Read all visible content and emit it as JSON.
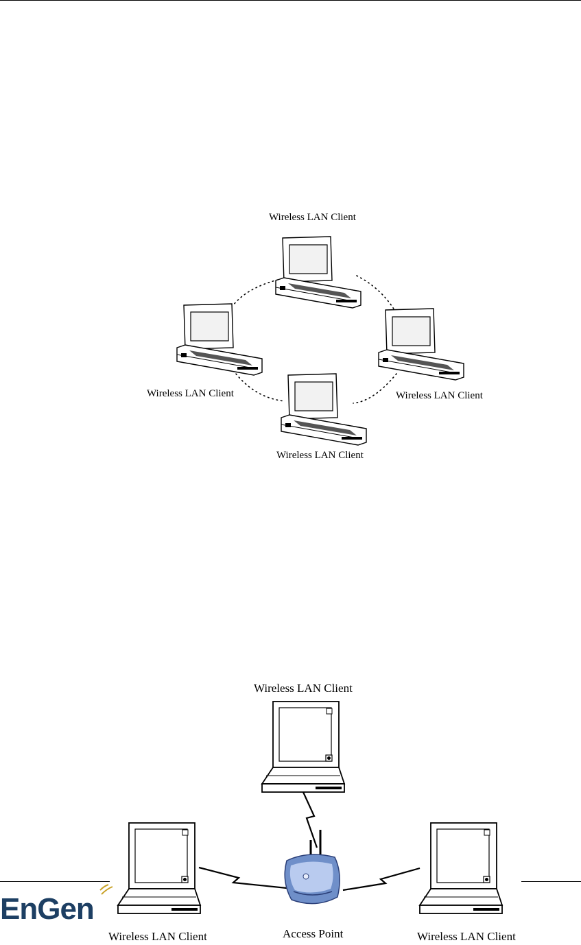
{
  "diagram1": {
    "nodes": [
      {
        "id": "top",
        "label": "Wireless LAN Client"
      },
      {
        "id": "left",
        "label": "Wireless LAN Client"
      },
      {
        "id": "right",
        "label": "Wireless LAN Client"
      },
      {
        "id": "bottom",
        "label": "Wireless LAN Client"
      }
    ]
  },
  "diagram2": {
    "nodes": [
      {
        "id": "top",
        "label": "Wireless LAN Client"
      },
      {
        "id": "left",
        "label": "Wireless LAN Client"
      },
      {
        "id": "ap",
        "label": "Access Point"
      },
      {
        "id": "right",
        "label": "Wireless LAN Client"
      }
    ]
  },
  "footer": {
    "logo_text": "EnGen",
    "logo_color": "#1d3f63",
    "logo_accent": "#c9a227"
  }
}
